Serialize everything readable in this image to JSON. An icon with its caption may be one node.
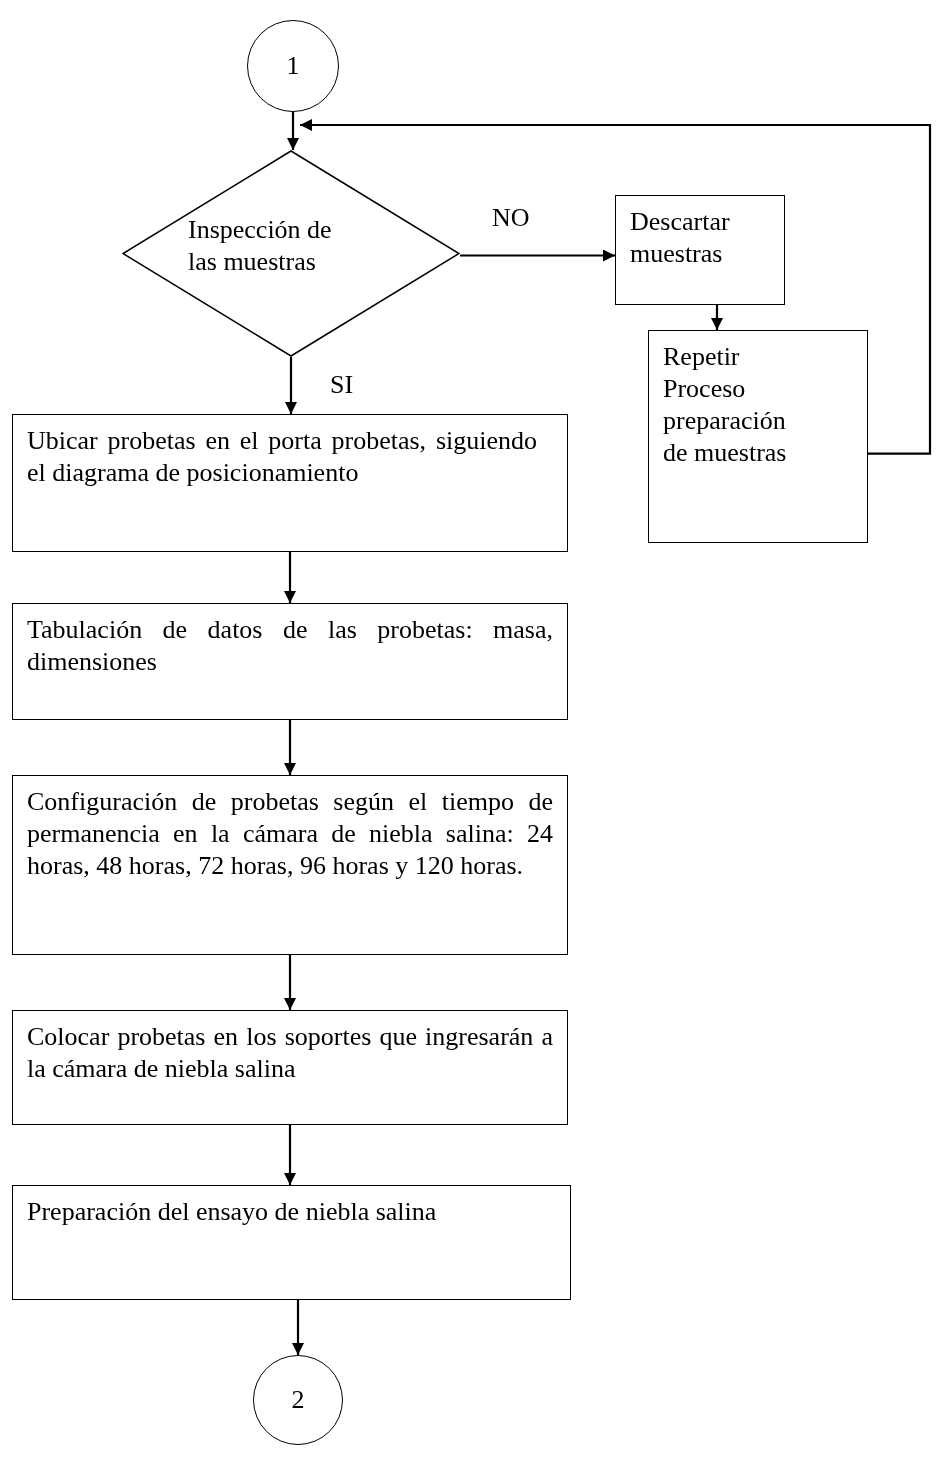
{
  "diagram": {
    "nodes": [
      {
        "text": [
          "1"
        ]
      },
      {
        "text": [
          "Inspección de las muestras"
        ]
      },
      {
        "text": [
          "Descartar muestras"
        ]
      },
      {
        "text": [
          "Repetir Proceso preparación de muestras"
        ]
      },
      {
        "text": [
          "Ubicar probetas en el porta probetas, siguiendo el diagrama de posicionamiento"
        ]
      },
      {
        "text": [
          "Tabulación de datos de las probetas: masa, dimensiones"
        ]
      },
      {
        "text": [
          "Configuración de probetas según el tiempo de permanencia en la cámara de niebla salina: 24 horas, 48 horas, 72 horas, 96 horas y 120 horas."
        ]
      },
      {
        "text": [
          "Colocar probetas en los soportes que ingresarán a la cámara de niebla salina"
        ]
      },
      {
        "text": [
          "Preparación del ensayo de niebla salina"
        ]
      },
      {
        "text": [
          "2"
        ]
      }
    ],
    "edges": [
      {
        "from": 0,
        "to": 1,
        "arrow": "to"
      },
      {
        "from": 1,
        "to": 2,
        "arrow": "to",
        "label": "NO"
      },
      {
        "from": 1,
        "to": 4,
        "arrow": "to",
        "label": "SI"
      },
      {
        "from": 2,
        "to": 3,
        "arrow": "to"
      },
      {
        "from": 3,
        "to": 1,
        "arrow": "to"
      },
      {
        "from": 4,
        "to": 5,
        "arrow": "to"
      },
      {
        "from": 5,
        "to": 6,
        "arrow": "to"
      },
      {
        "from": 6,
        "to": 7,
        "arrow": "to"
      },
      {
        "from": 7,
        "to": 8,
        "arrow": "to"
      },
      {
        "from": 8,
        "to": 9,
        "arrow": "to"
      }
    ]
  }
}
